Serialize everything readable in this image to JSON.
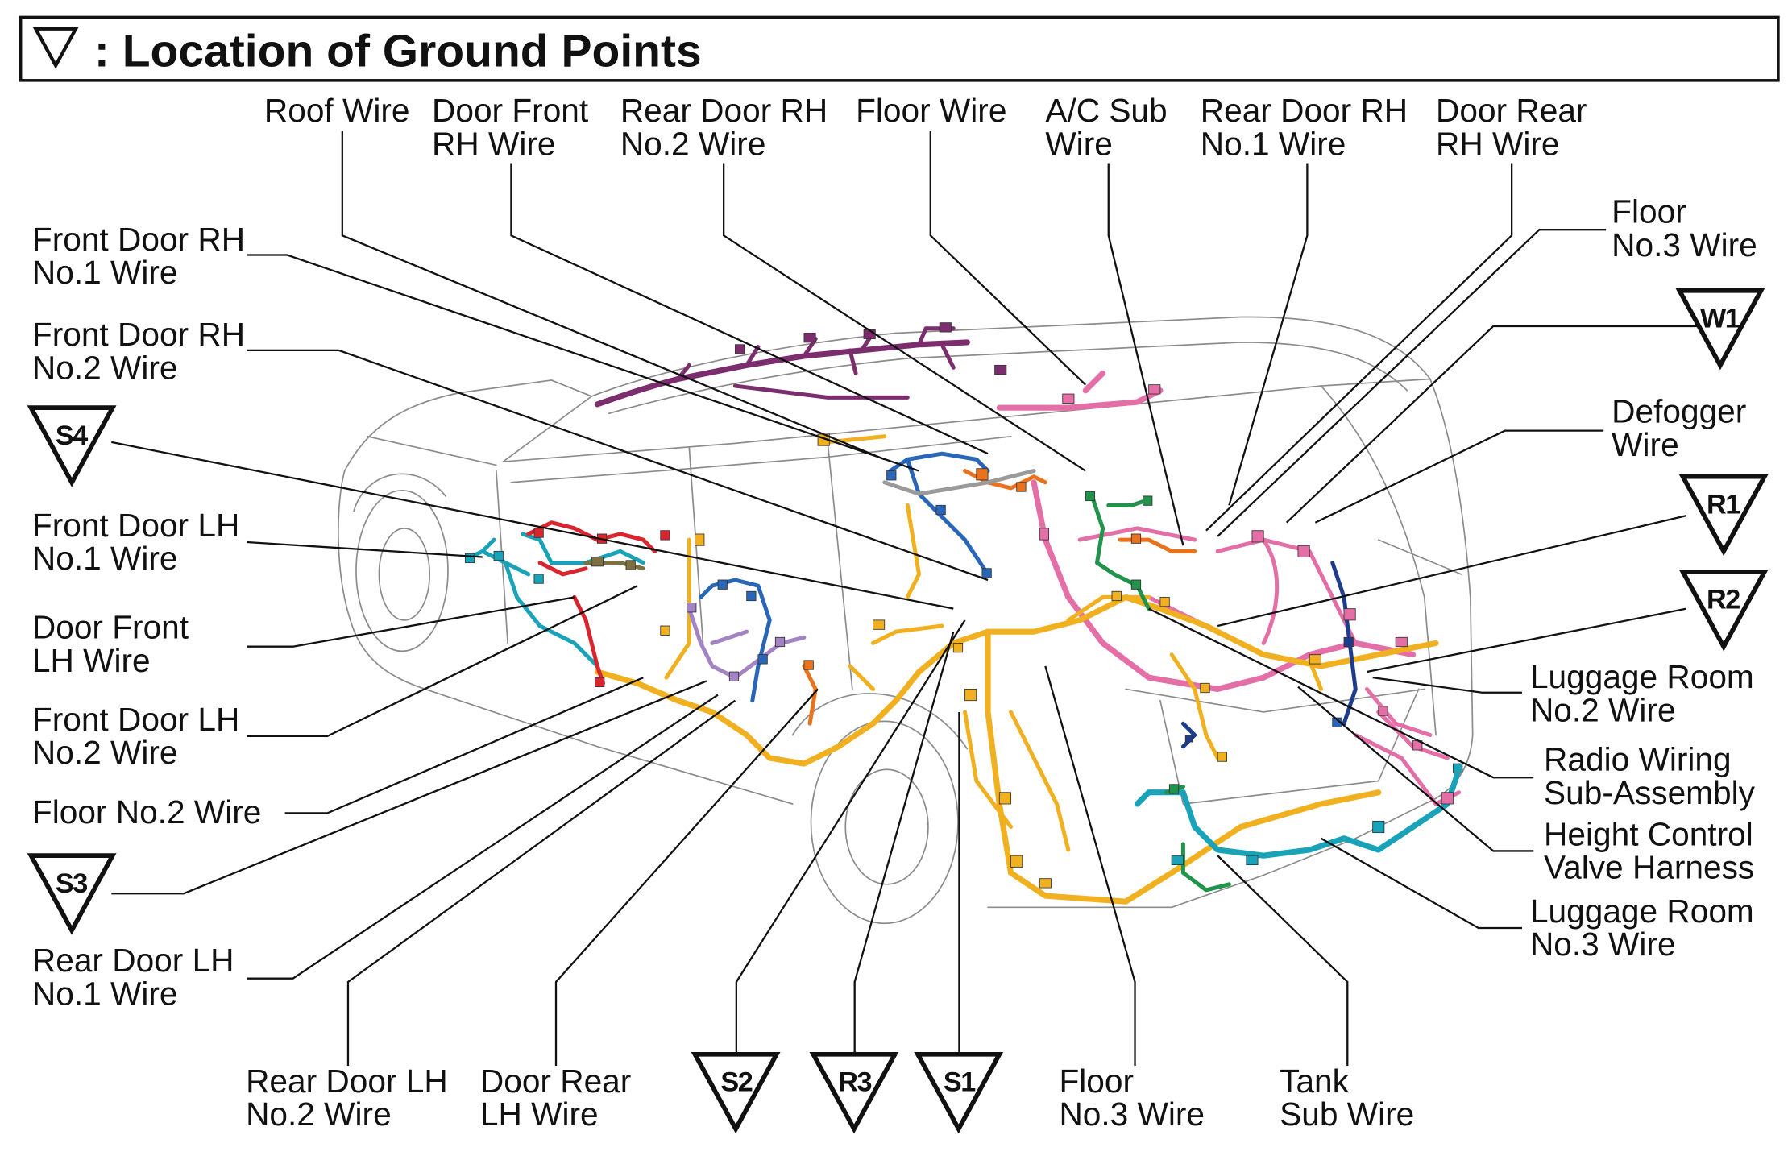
{
  "title": {
    "icon": "inverted-triangle-icon",
    "text": ": Location of Ground Points"
  },
  "labels": {
    "roof_wire": [
      "Roof Wire"
    ],
    "door_front_rh_wire": [
      "Door Front",
      "RH Wire"
    ],
    "rear_door_rh_no2_wire": [
      "Rear Door RH",
      "No.2 Wire"
    ],
    "floor_wire": [
      "Floor Wire"
    ],
    "ac_sub_wire": [
      "A/C Sub",
      "Wire"
    ],
    "rear_door_rh_no1_wire": [
      "Rear Door RH",
      "No.1 Wire"
    ],
    "door_rear_rh_wire": [
      "Door Rear",
      "RH Wire"
    ],
    "floor_no3_wire_top": [
      "Floor",
      "No.3 Wire"
    ],
    "defogger_wire": [
      "Defogger",
      "Wire"
    ],
    "luggage_room_no2_wire": [
      "Luggage Room",
      "No.2 Wire"
    ],
    "radio_wiring_sub_assembly": [
      "Radio Wiring",
      "Sub-Assembly"
    ],
    "height_control_valve_harness": [
      "Height Control",
      "Valve Harness"
    ],
    "luggage_room_no3_wire": [
      "Luggage Room",
      "No.3 Wire"
    ],
    "tank_sub_wire": [
      "Tank",
      "Sub Wire"
    ],
    "floor_no3_wire_bottom": [
      "Floor",
      "No.3 Wire"
    ],
    "door_rear_lh_wire": [
      "Door Rear",
      "LH Wire"
    ],
    "rear_door_lh_no2_wire": [
      "Rear Door LH",
      "No.2 Wire"
    ],
    "rear_door_lh_no1_wire": [
      "Rear Door LH",
      "No.1 Wire"
    ],
    "floor_no2_wire": [
      "Floor No.2 Wire"
    ],
    "front_door_lh_no2_wire": [
      "Front Door LH",
      "No.2 Wire"
    ],
    "door_front_lh_wire": [
      "Door Front",
      "LH Wire"
    ],
    "front_door_lh_no1_wire": [
      "Front Door LH",
      "No.1 Wire"
    ],
    "front_door_rh_no2_wire": [
      "Front Door RH",
      "No.2 Wire"
    ],
    "front_door_rh_no1_wire": [
      "Front Door RH",
      "No.1 Wire"
    ]
  },
  "ground_points": [
    "W1",
    "R1",
    "R2",
    "S1",
    "R3",
    "S2",
    "S3",
    "S4"
  ],
  "harness_colors": {
    "purple": "#7b2d6e",
    "pink": "#e46ea6",
    "yellow": "#f0b020",
    "teal": "#1aa3b8",
    "blue": "#2a66b8",
    "red": "#d9252d",
    "green": "#21934b",
    "orange": "#e8731c",
    "lavender": "#a283c4",
    "olive": "#7d7040",
    "navy": "#1d3d8c",
    "gray": "#9a9a9a"
  },
  "vehicle_outline_color": "#8c8c8c"
}
